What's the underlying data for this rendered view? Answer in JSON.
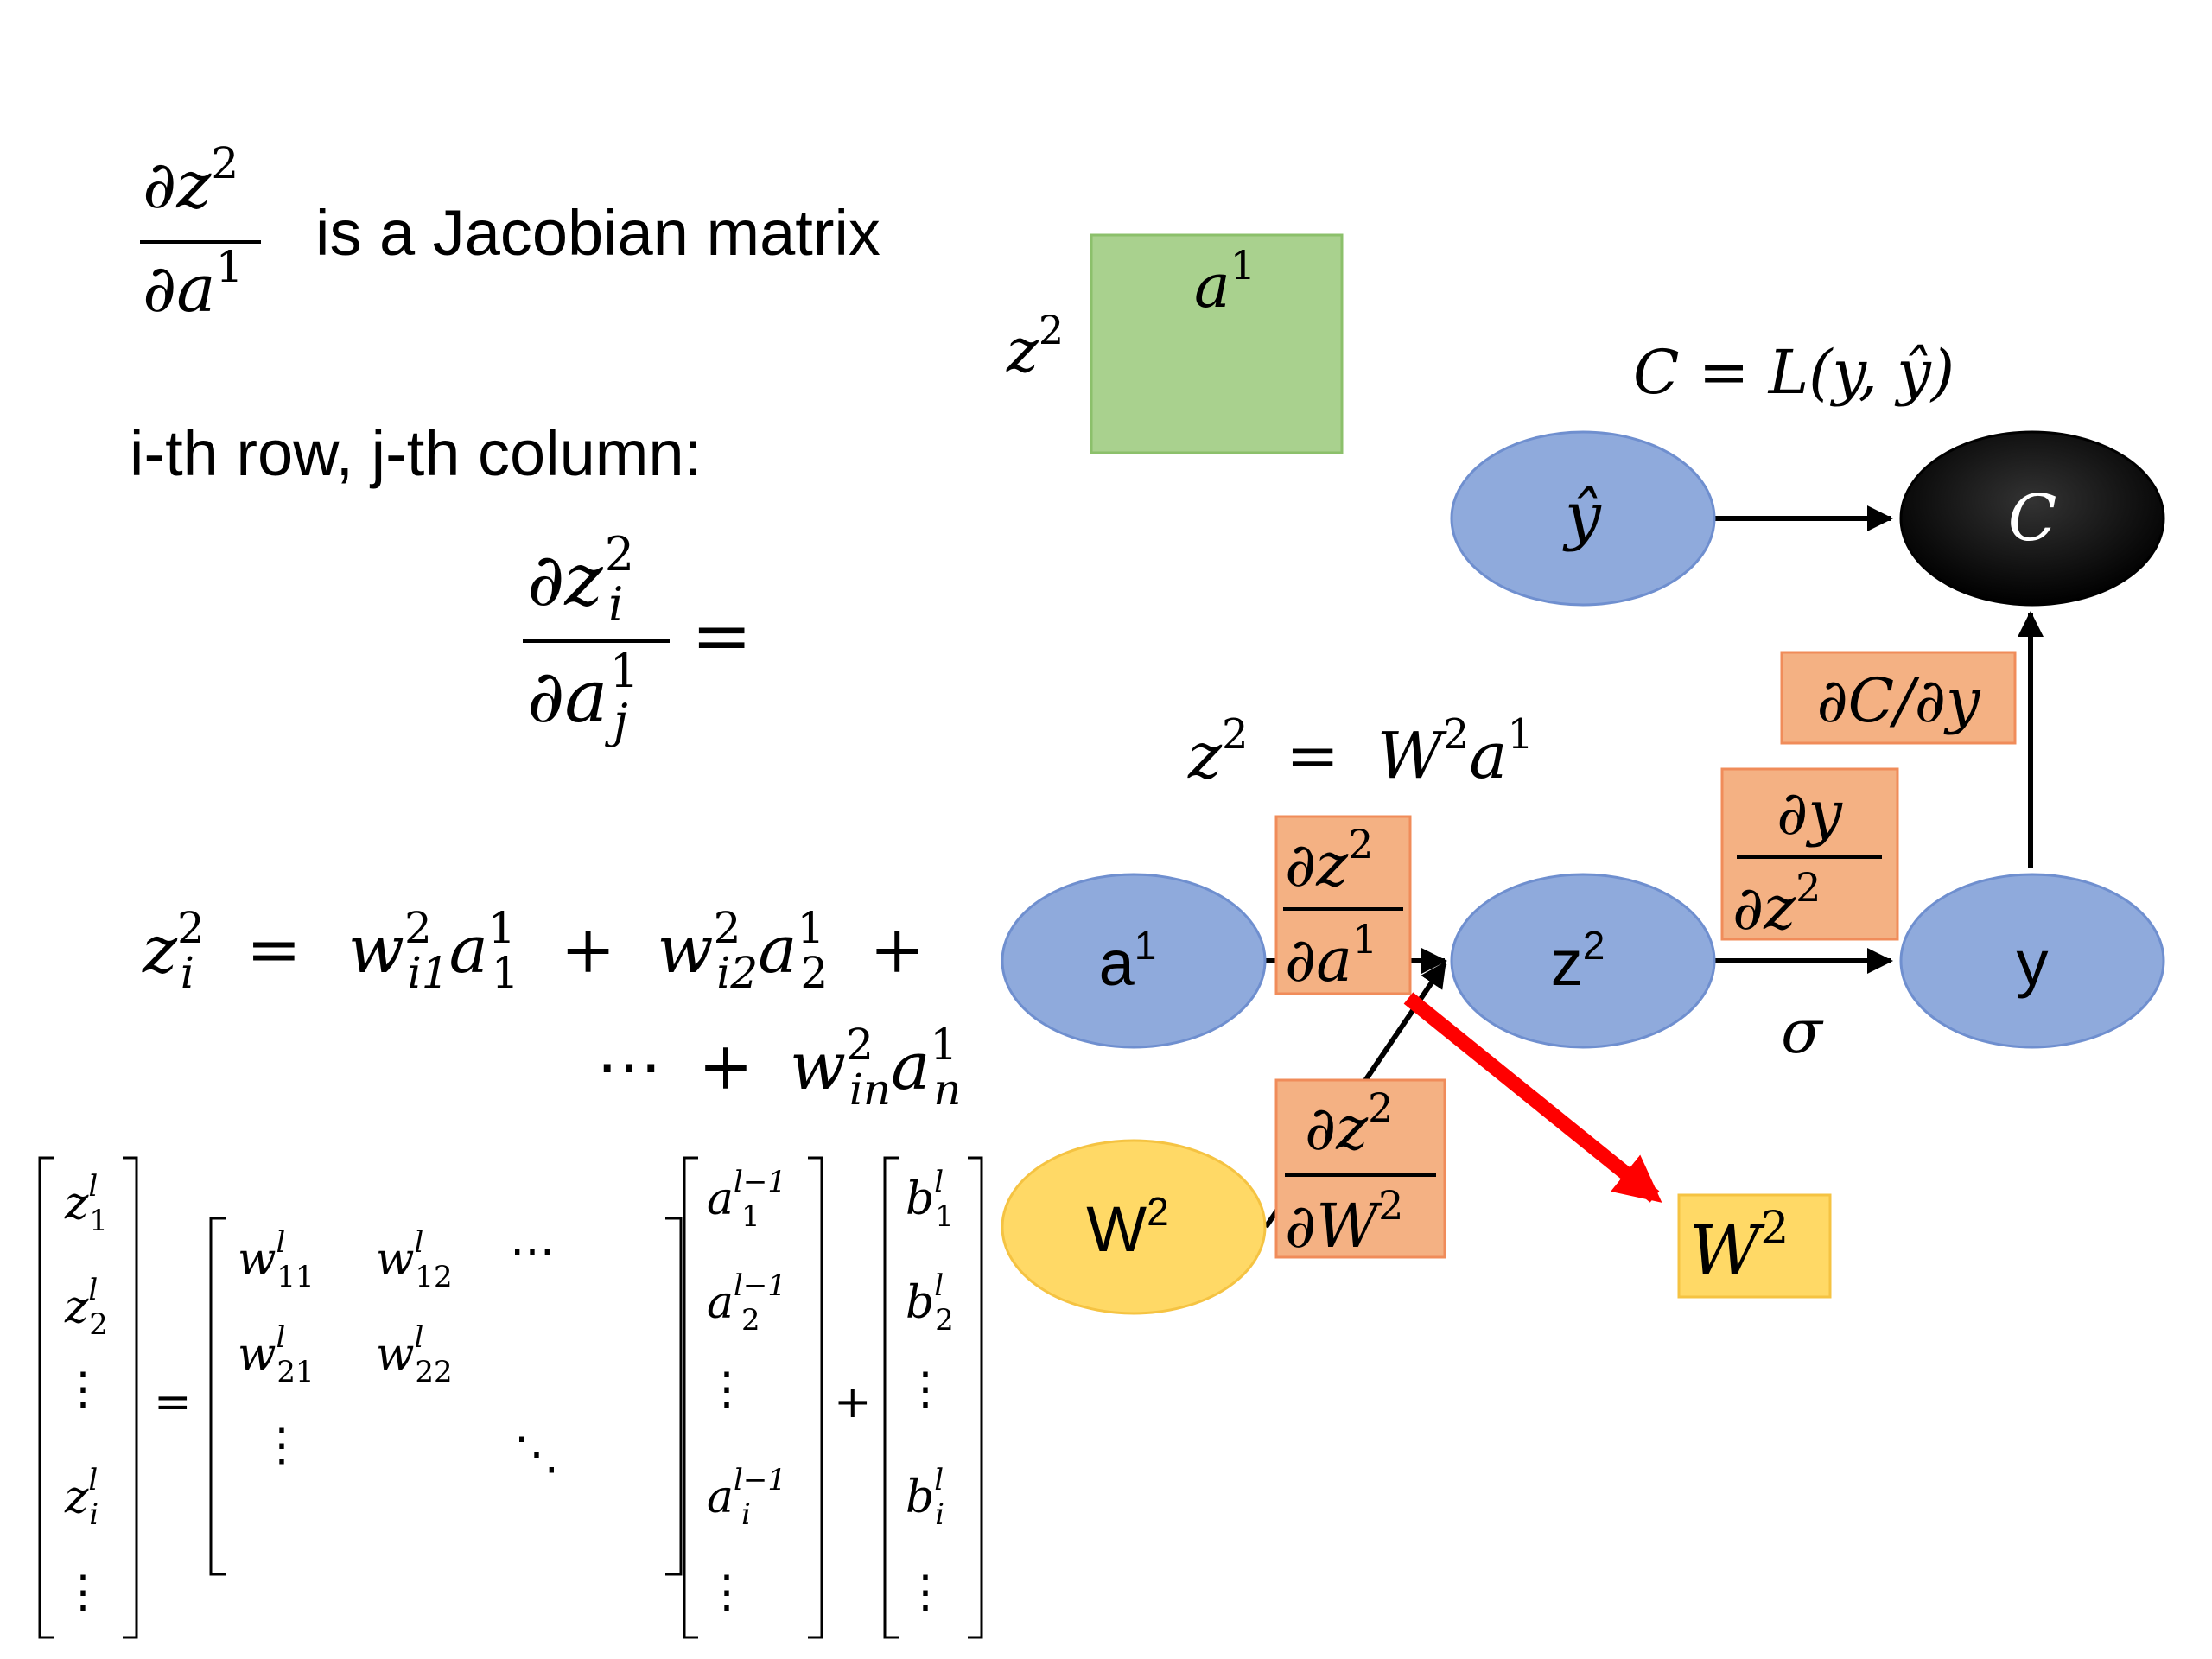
{
  "left": {
    "frac1": {
      "num_base": "∂z",
      "num_sup": "2",
      "den_base": "∂a",
      "den_sup": "1"
    },
    "jacobian_text": "is a Jacobian matrix",
    "row_col_text": "i-th row, j-th column:",
    "frac2": {
      "num_base": "∂z",
      "num_sub": "i",
      "num_sup": "2",
      "den_base": "∂a",
      "den_sub": "j",
      "den_sup": "1",
      "equals": "="
    },
    "expansion": {
      "line1_lhs": "z",
      "line1_lhs_sub": "i",
      "line1_lhs_sup": "2",
      "equals": "=",
      "t1_w": "w",
      "t1_w_sub": "i1",
      "t1_w_sup": "2",
      "t1_a": "a",
      "t1_a_sub": "1",
      "t1_a_sup": "1",
      "plus": "+",
      "t2_w": "w",
      "t2_w_sub": "i2",
      "t2_w_sup": "2",
      "t2_a": "a",
      "t2_a_sub": "2",
      "t2_a_sup": "1",
      "line2_dots": "⋯",
      "tn_w": "w",
      "tn_w_sub": "in",
      "tn_w_sup": "2",
      "tn_a": "a",
      "tn_a_sub": "n",
      "tn_a_sup": "1"
    },
    "matrix_eq": {
      "z_base": "z",
      "z_sup": "l",
      "z_subs": [
        "1",
        "2",
        "i"
      ],
      "equals": "=",
      "w_base": "w",
      "w_sup": "l",
      "w_subs": [
        "11",
        "12",
        "21",
        "22"
      ],
      "a_base": "a",
      "a_sup": "l−1",
      "a_subs": [
        "1",
        "2",
        "i"
      ],
      "plus": "+",
      "b_base": "b",
      "b_sup": "l",
      "b_subs": [
        "1",
        "2",
        "i"
      ],
      "vdots": "⋮",
      "hdots": "⋯",
      "ddots": "⋱"
    }
  },
  "jacobian_box": {
    "row_label_base": "z",
    "row_label_sup": "2",
    "col_label_base": "a",
    "col_label_sup": "1",
    "color": "#a9d18e"
  },
  "graph": {
    "cost_eq": "C = L(y, ŷ)",
    "z_eq": {
      "z": "z",
      "z_sup": "2",
      "eq": "=",
      "W": "W",
      "W_sup": "2",
      "a": "a",
      "a_sup": "1"
    },
    "nodes": {
      "yhat": "ŷ",
      "C": "C",
      "a1_base": "a",
      "a1_sup": "1",
      "z2_base": "z",
      "z2_sup": "2",
      "y": "y",
      "W2_base": "W",
      "W2_sup": "2"
    },
    "labels": {
      "dC_dy": "∂C/∂y",
      "dy_num": "∂y",
      "dy_den_base": "∂z",
      "dy_den_sup": "2",
      "dz_da_num_base": "∂z",
      "dz_da_num_sup": "2",
      "dz_da_den_base": "∂a",
      "dz_da_den_sup": "1",
      "dz_dW_num_base": "∂z",
      "dz_dW_num_sup": "2",
      "dz_dW_den_base": "∂W",
      "dz_dW_den_sup": "2",
      "sigma": "σ"
    },
    "target": {
      "base": "W",
      "sup": "2"
    },
    "colors": {
      "node_blue": "#8faadc",
      "node_blue_stroke": "#6f8fcf",
      "node_yellow": "#ffd966",
      "node_black": "#000000",
      "label_orange": "#f4b183",
      "label_orange_stroke": "#f08c5a",
      "target_yellow": "#ffd966",
      "red_arrow": "#ff0000"
    }
  }
}
